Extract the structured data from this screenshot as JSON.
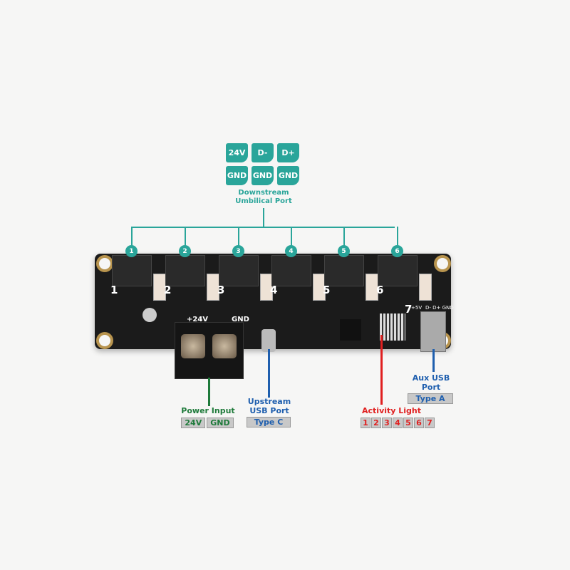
{
  "downstream": {
    "pins": [
      "24V",
      "D-",
      "D+",
      "GND",
      "GND",
      "GND"
    ],
    "label_line1": "Downstream",
    "label_line2": "Umbilical Port",
    "port_numbers": [
      "1",
      "2",
      "3",
      "4",
      "5",
      "6"
    ]
  },
  "board": {
    "silk_numbers": [
      "1",
      "2",
      "3",
      "4",
      "5",
      "6",
      "7"
    ],
    "plus24v": "+24V",
    "gnd": "GND",
    "usb_pins": "D- D+ GND",
    "plus5v": "+5V"
  },
  "power": {
    "title": "Power Input",
    "tags": [
      "24V",
      "GND"
    ],
    "color": "#1e7a3a"
  },
  "upstream": {
    "line1": "Upstream",
    "line2": "USB Port",
    "tag": "Type C",
    "color": "#1f5fae"
  },
  "activity": {
    "title": "Activity Light",
    "leds": [
      "1",
      "2",
      "3",
      "4",
      "5",
      "6",
      "7"
    ],
    "color": "#e02020"
  },
  "aux": {
    "title": "Aux USB Port",
    "tag": "Type A",
    "color": "#1f5fae"
  }
}
